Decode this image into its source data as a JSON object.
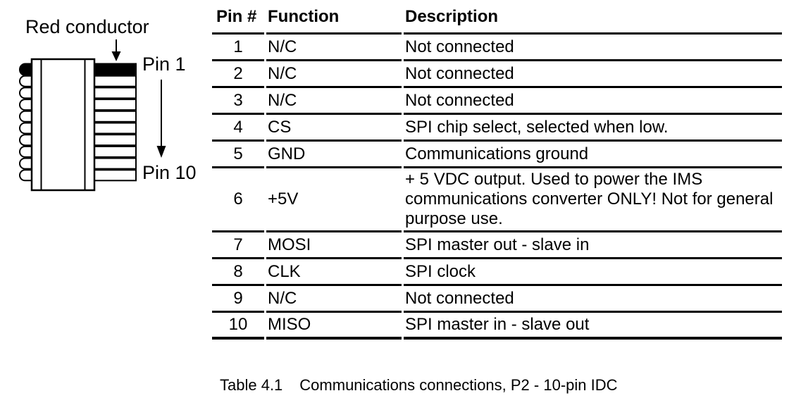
{
  "diagram": {
    "red_conductor_label": "Red conductor",
    "pin1_label": "Pin 1",
    "pin10_label": "Pin 10"
  },
  "table": {
    "headers": {
      "pin": "Pin #",
      "function": "Function",
      "description": "Description"
    },
    "rows": [
      {
        "pin": "1",
        "function": "N/C",
        "description": "Not connected"
      },
      {
        "pin": "2",
        "function": "N/C",
        "description": "Not connected"
      },
      {
        "pin": "3",
        "function": "N/C",
        "description": "Not connected"
      },
      {
        "pin": "4",
        "function": "CS",
        "description": "SPI chip select, selected when low."
      },
      {
        "pin": "5",
        "function": "GND",
        "description": "Communications ground"
      },
      {
        "pin": "6",
        "function": "+5V",
        "description": "+ 5 VDC output. Used to power the IMS communications converter ONLY! Not for general purpose use."
      },
      {
        "pin": "7",
        "function": "MOSI",
        "description": "SPI master out - slave in"
      },
      {
        "pin": "8",
        "function": "CLK",
        "description": "SPI clock"
      },
      {
        "pin": "9",
        "function": "N/C",
        "description": "Not connected"
      },
      {
        "pin": "10",
        "function": "MISO",
        "description": "SPI master in - slave out"
      }
    ],
    "caption": {
      "label": "Table 4.1",
      "text": "Communications connections, P2 - 10-pin IDC"
    }
  },
  "colors": {
    "ink": "#000000",
    "paper": "#ffffff"
  }
}
